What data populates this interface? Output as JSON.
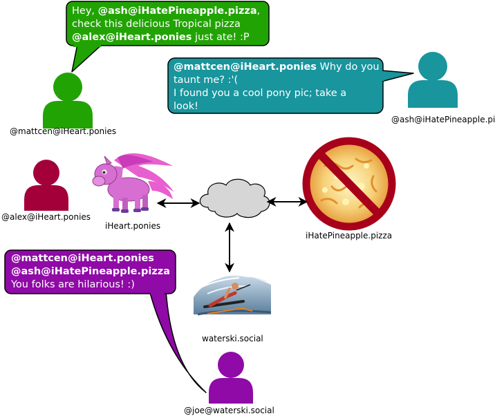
{
  "users": {
    "mattcen": {
      "handle": "@mattcen@iHeart.ponies",
      "color": "#22a304"
    },
    "ash": {
      "handle": "@ash@iHatePineapple.pizza",
      "color": "#18959d"
    },
    "alex": {
      "handle": "@alex@iHeart.ponies",
      "color": "#a3003a"
    },
    "joe": {
      "handle": "@joe@waterski.social",
      "color": "#8f0aa6"
    }
  },
  "servers": {
    "ponies": {
      "label": "iHeart.ponies",
      "icon": "pony-icon"
    },
    "pizza": {
      "label": "iHatePineapple.pizza",
      "icon": "no-pineapple-pizza-icon"
    },
    "waterski": {
      "label": "waterski.social",
      "icon": "waterskier-icon"
    },
    "network": {
      "icon": "cloud-icon"
    }
  },
  "bubbles": {
    "mattcen": {
      "color": "#22a304",
      "lines": [
        [
          {
            "t": "Hey, "
          },
          {
            "t": "@ash@iHatePineapple.pizza",
            "b": true
          },
          {
            "t": ","
          }
        ],
        [
          {
            "t": "check this delicious Tropical pizza"
          }
        ],
        [
          {
            "t": "@alex@iHeart.ponies",
            "b": true
          },
          {
            "t": " just ate! :P"
          }
        ]
      ]
    },
    "ash": {
      "color": "#18959d",
      "lines": [
        [
          {
            "t": "@mattcen@iHeart.ponies",
            "b": true
          },
          {
            "t": " Why do you"
          }
        ],
        [
          {
            "t": "taunt me? :'("
          }
        ],
        [
          {
            "t": "I found you a cool pony pic; take a"
          }
        ],
        [
          {
            "t": "look!"
          }
        ]
      ]
    },
    "joe": {
      "color": "#8f0aa6",
      "lines": [
        [
          {
            "t": "@mattcen@iHeart.ponies",
            "b": true
          }
        ],
        [
          {
            "t": "@ash@iHatePineapple.pizza",
            "b": true
          }
        ],
        [
          {
            "t": "You folks are hilarious! :)"
          }
        ]
      ]
    }
  }
}
